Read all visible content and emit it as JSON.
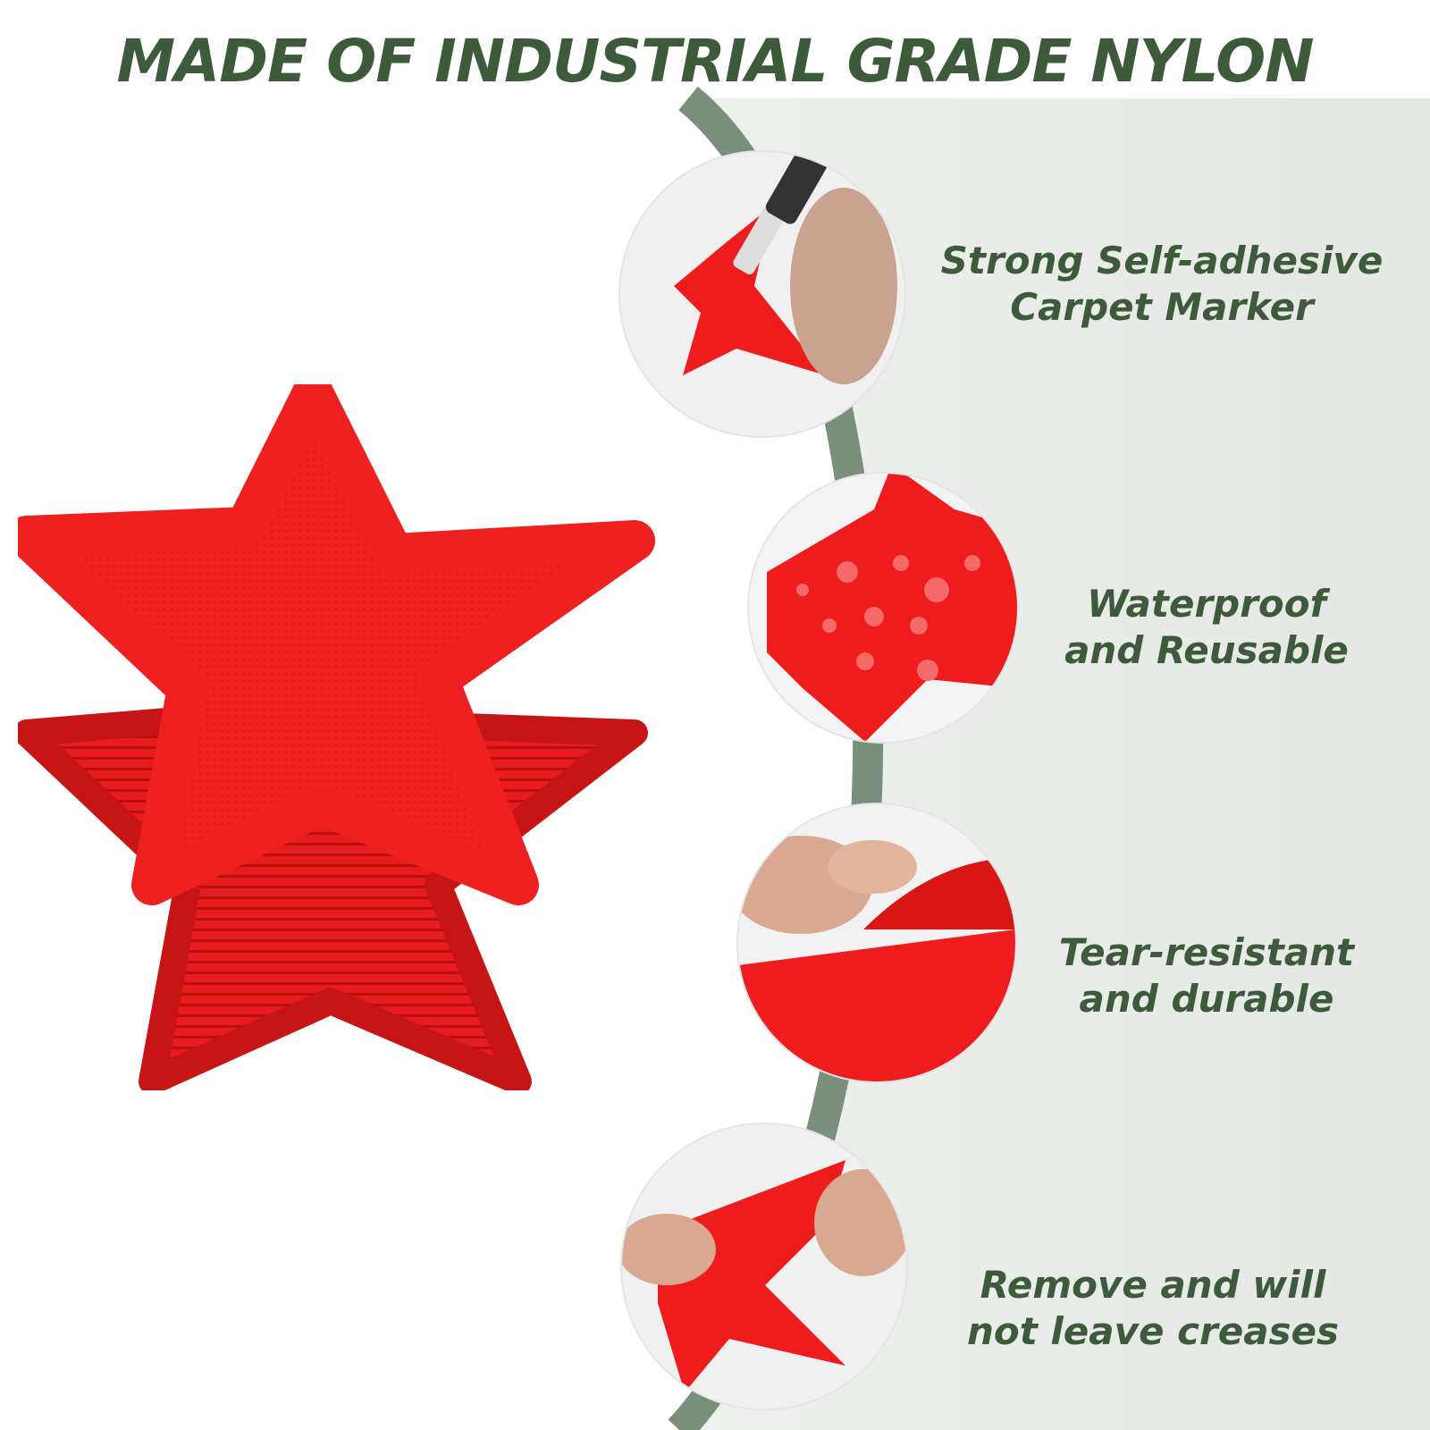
{
  "headline": "MADE OF INDUSTRIAL GRADE NYLON",
  "colors": {
    "accent_green": "#3d5a3a",
    "arc_green": "#7a8f7c",
    "panel_grey": "#e9ebe9",
    "star_red": "#ee1c1c"
  },
  "features": [
    {
      "icon": "marker-pen-icon",
      "line1": "Strong Self-adhesive",
      "line2": "Carpet Marker"
    },
    {
      "icon": "water-drops-icon",
      "line1": "Waterproof",
      "line2": "and Reusable"
    },
    {
      "icon": "peel-edge-icon",
      "line1": "Tear-resistant",
      "line2": "and durable"
    },
    {
      "icon": "remove-star-icon",
      "line1": "Remove and will",
      "line2": "not leave creases"
    }
  ]
}
